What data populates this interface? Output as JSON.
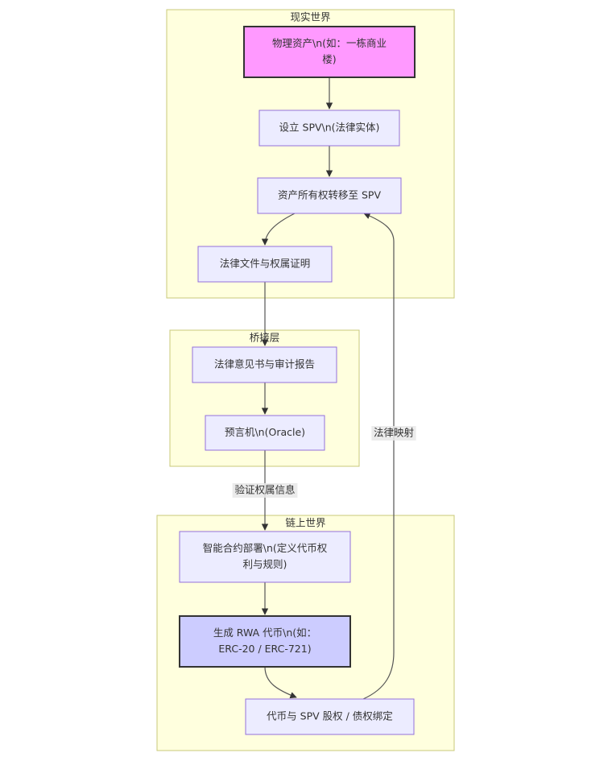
{
  "diagram": {
    "type": "flowchart",
    "clusters": [
      {
        "id": "real",
        "title": "现实世界"
      },
      {
        "id": "bridge",
        "title": "桥接层"
      },
      {
        "id": "chain",
        "title": "链上世界"
      }
    ],
    "nodes": [
      {
        "id": "A",
        "lines": [
          "物理资产\\n(如：一栋商业",
          "楼)"
        ],
        "style": "physical",
        "fill": "#ff99ff",
        "cluster": "real"
      },
      {
        "id": "B",
        "lines": [
          "设立 SPV\\n(法律实体)"
        ],
        "style": "default",
        "fill": "#ececff",
        "cluster": "real"
      },
      {
        "id": "C",
        "lines": [
          "资产所有权转移至 SPV"
        ],
        "style": "default",
        "fill": "#ececff",
        "cluster": "real"
      },
      {
        "id": "D",
        "lines": [
          "法律文件与权属证明"
        ],
        "style": "default",
        "fill": "#ececff",
        "cluster": "real"
      },
      {
        "id": "E",
        "lines": [
          "法律意见书与审计报告"
        ],
        "style": "default",
        "fill": "#ececff",
        "cluster": "bridge"
      },
      {
        "id": "F",
        "lines": [
          "预言机\\n(Oracle)"
        ],
        "style": "default",
        "fill": "#ececff",
        "cluster": "bridge"
      },
      {
        "id": "G",
        "lines": [
          "智能合约部署\\n(定义代币权",
          "利与规则)"
        ],
        "style": "default",
        "fill": "#ececff",
        "cluster": "chain"
      },
      {
        "id": "H",
        "lines": [
          "生成 RWA 代币\\n(如：",
          "ERC-20 / ERC-721)"
        ],
        "style": "token",
        "fill": "#ccccff",
        "cluster": "chain"
      },
      {
        "id": "I",
        "lines": [
          "代币与 SPV 股权 / 债权绑定"
        ],
        "style": "default",
        "fill": "#ececff",
        "cluster": "chain"
      }
    ],
    "edges": [
      {
        "from": "A",
        "to": "B",
        "label": ""
      },
      {
        "from": "B",
        "to": "C",
        "label": ""
      },
      {
        "from": "C",
        "to": "D",
        "label": ""
      },
      {
        "from": "D",
        "to": "E",
        "label": ""
      },
      {
        "from": "E",
        "to": "F",
        "label": ""
      },
      {
        "from": "F",
        "to": "G",
        "label": "验证权属信息"
      },
      {
        "from": "G",
        "to": "H",
        "label": ""
      },
      {
        "from": "H",
        "to": "I",
        "label": ""
      },
      {
        "from": "I",
        "to": "C",
        "label": "法律映射"
      }
    ]
  }
}
